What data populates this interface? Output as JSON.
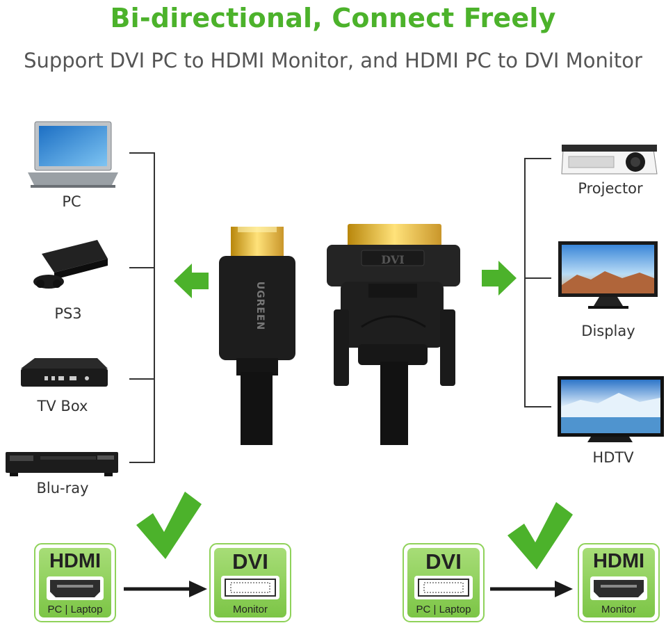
{
  "header": {
    "title": "Bi-directional, Connect Freely",
    "subtitle": "Support DVI PC to HDMI Monitor, and HDMI PC to DVI Monitor"
  },
  "left_devices": [
    {
      "label": "PC",
      "icon": "laptop-icon"
    },
    {
      "label": "PS3",
      "icon": "game-console-icon"
    },
    {
      "label": "TV Box",
      "icon": "tv-box-icon"
    },
    {
      "label": "Blu-ray",
      "icon": "bluray-player-icon"
    }
  ],
  "right_devices": [
    {
      "label": "Projector",
      "icon": "projector-icon"
    },
    {
      "label": "Display",
      "icon": "monitor-icon"
    },
    {
      "label": "HDTV",
      "icon": "tv-icon"
    }
  ],
  "cable": {
    "brand": "UGREEN",
    "dvi_label": "DVI"
  },
  "flows": [
    {
      "source": {
        "type": "HDMI",
        "caption": "PC | Laptop"
      },
      "target": {
        "type": "DVI",
        "caption": "Monitor"
      }
    },
    {
      "source": {
        "type": "DVI",
        "caption": "PC | Laptop"
      },
      "target": {
        "type": "HDMI",
        "caption": "Monitor"
      }
    }
  ],
  "colors": {
    "accent_green": "#4cb22b",
    "box_green": "#8fd25a",
    "box_border": "#5aa832"
  }
}
